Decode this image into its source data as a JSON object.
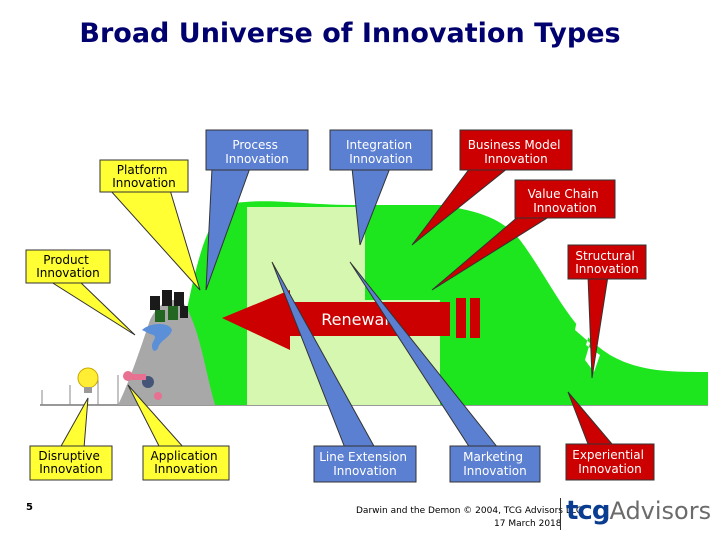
{
  "title": "Broad Universe of Innovation Types",
  "colors": {
    "title": "#00006e",
    "green": "#1ee61e",
    "light_green": "#d6f7b0",
    "gray": "#a0a0a0",
    "blue_callout": "#5b7fd1",
    "yellow_callout": "#ffff33",
    "red_callout": "#cc0000",
    "renewal_arrow": "#cc0000"
  },
  "callouts": {
    "platform": [
      "Platform",
      "Innovation"
    ],
    "process": [
      "Process",
      "Innovation"
    ],
    "integration": [
      "Integration",
      "Innovation"
    ],
    "business_model": [
      "Business Model",
      "Innovation"
    ],
    "value_chain": [
      "Value Chain",
      "Innovation"
    ],
    "structural": [
      "Structural",
      "Innovation"
    ],
    "product": [
      "Product",
      "Innovation"
    ],
    "disruptive": [
      "Disruptive",
      "Innovation"
    ],
    "application": [
      "Application",
      "Innovation"
    ],
    "line_extension": [
      "Line Extension",
      "Innovation"
    ],
    "marketing": [
      "Marketing",
      "Innovation"
    ],
    "experiential": [
      "Experiential",
      "Innovation"
    ]
  },
  "renewal_label": "Renewal",
  "footer": {
    "page_number": "5",
    "copyright": "Darwin and the Demon © 2004, TCG Advisors LLC",
    "date": "17 March 2018",
    "logo_tcg": "tcg",
    "logo_advisors": "Advisors"
  }
}
